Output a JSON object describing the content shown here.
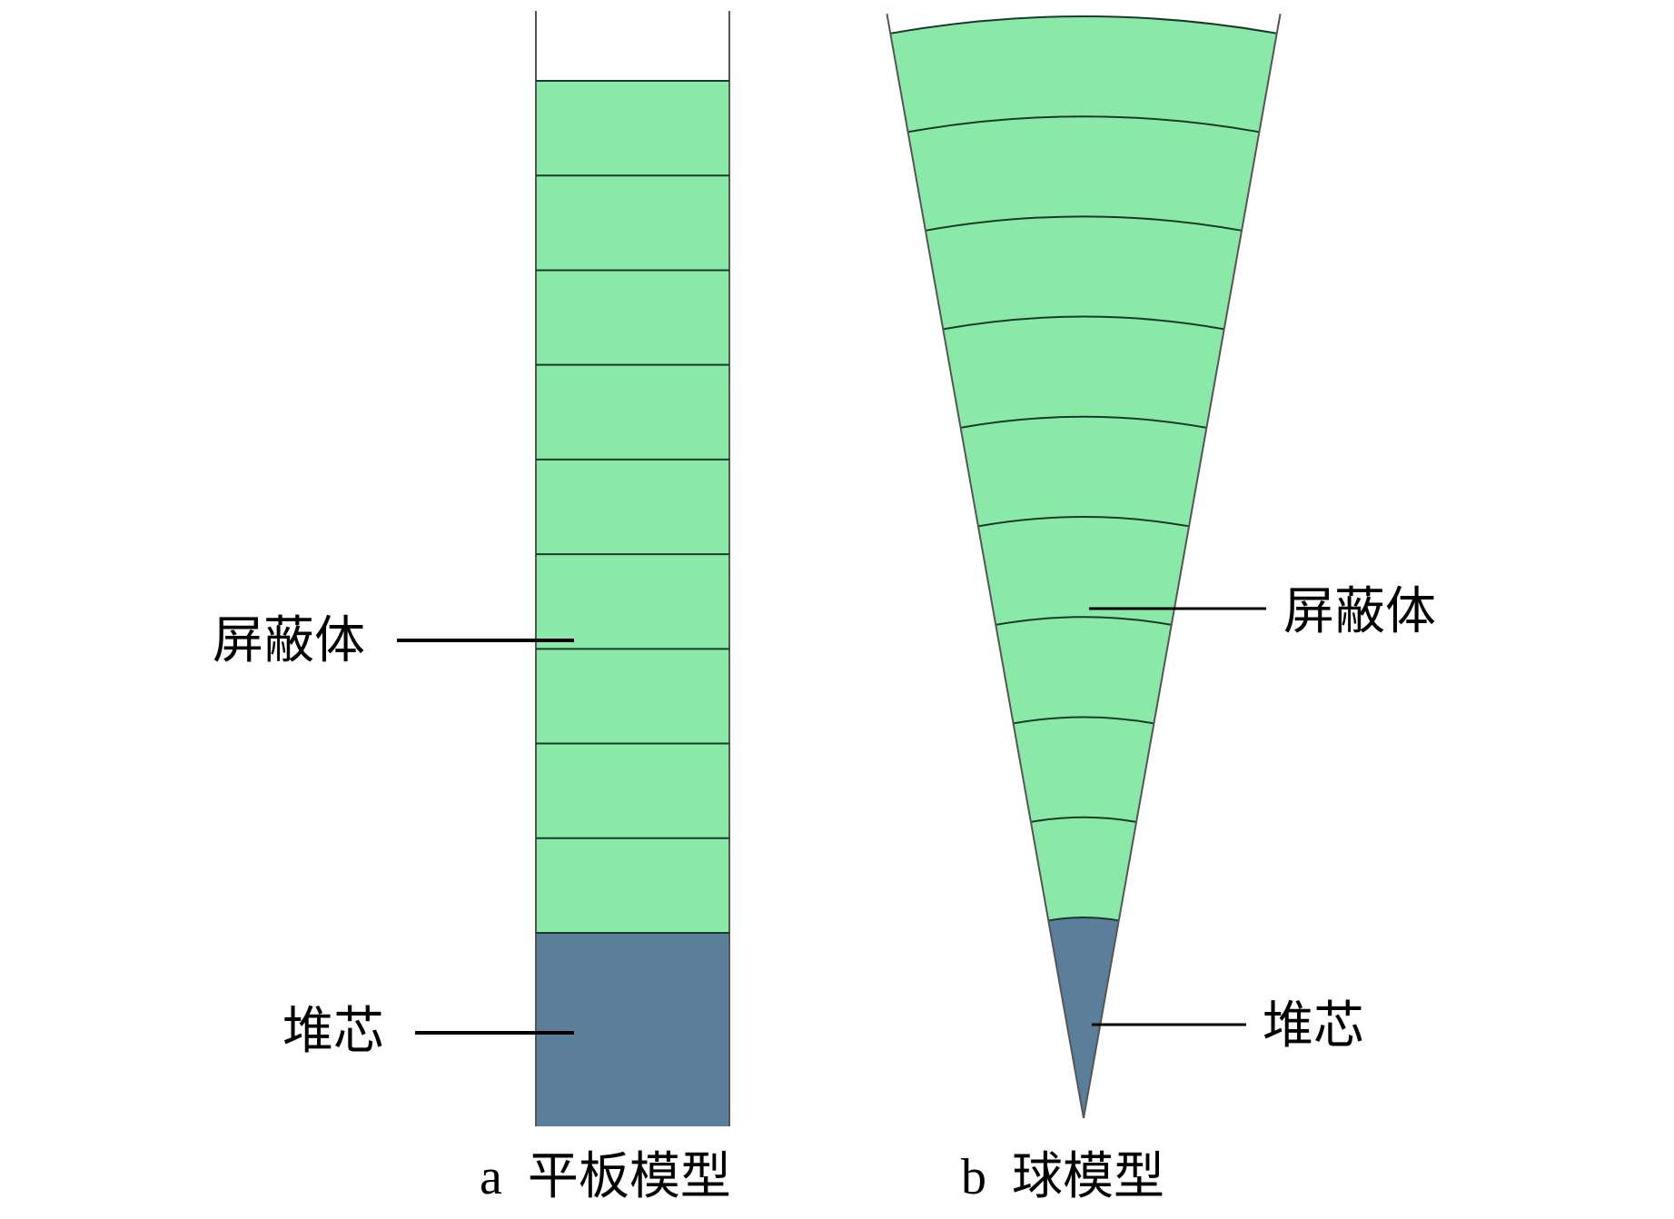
{
  "colors": {
    "shield": "#8ae8a8",
    "core": "#5b7e9b",
    "line": "#1a3a2a"
  },
  "slab_model": {
    "shield_label": "屏蔽体",
    "core_label": "堆芯",
    "caption_letter": "a",
    "caption_text": "平板模型",
    "shield_layers": 9
  },
  "sphere_model": {
    "shield_label": "屏蔽体",
    "core_label": "堆芯",
    "caption_letter": "b",
    "caption_text": "球模型",
    "shield_layers": 9
  }
}
